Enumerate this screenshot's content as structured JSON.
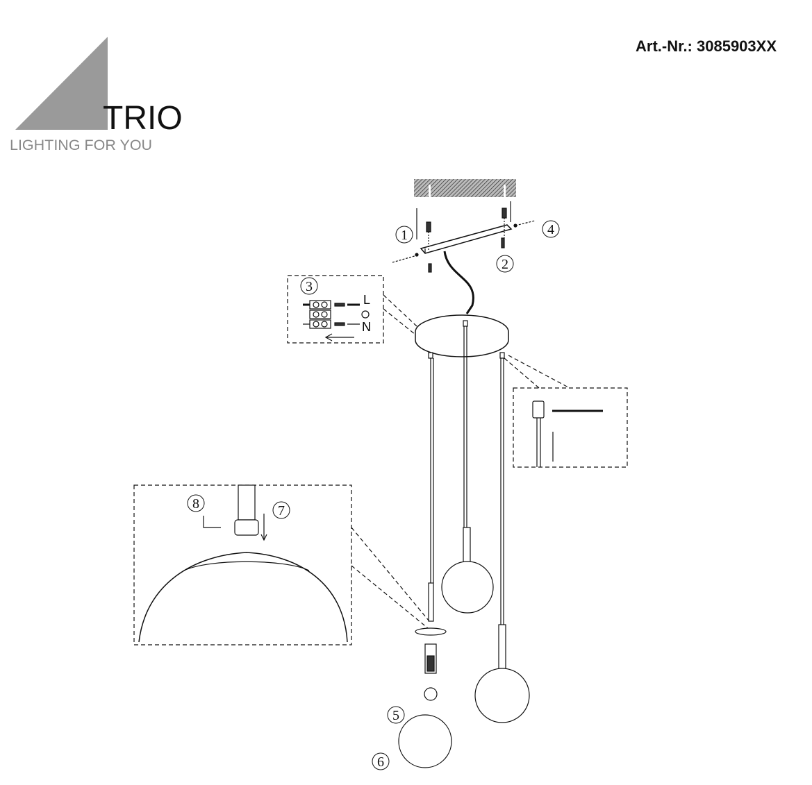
{
  "header": {
    "article_number": "Art.-Nr.: 3085903XX"
  },
  "logo": {
    "brand": "TRIO",
    "tagline": "LIGHTING FOR YOU",
    "triangle_color": "#9a9a9a"
  },
  "steps": [
    "1",
    "2",
    "3",
    "4",
    "5",
    "6",
    "7",
    "8"
  ],
  "wiring": {
    "live_label": "L",
    "neutral_label": "N"
  }
}
